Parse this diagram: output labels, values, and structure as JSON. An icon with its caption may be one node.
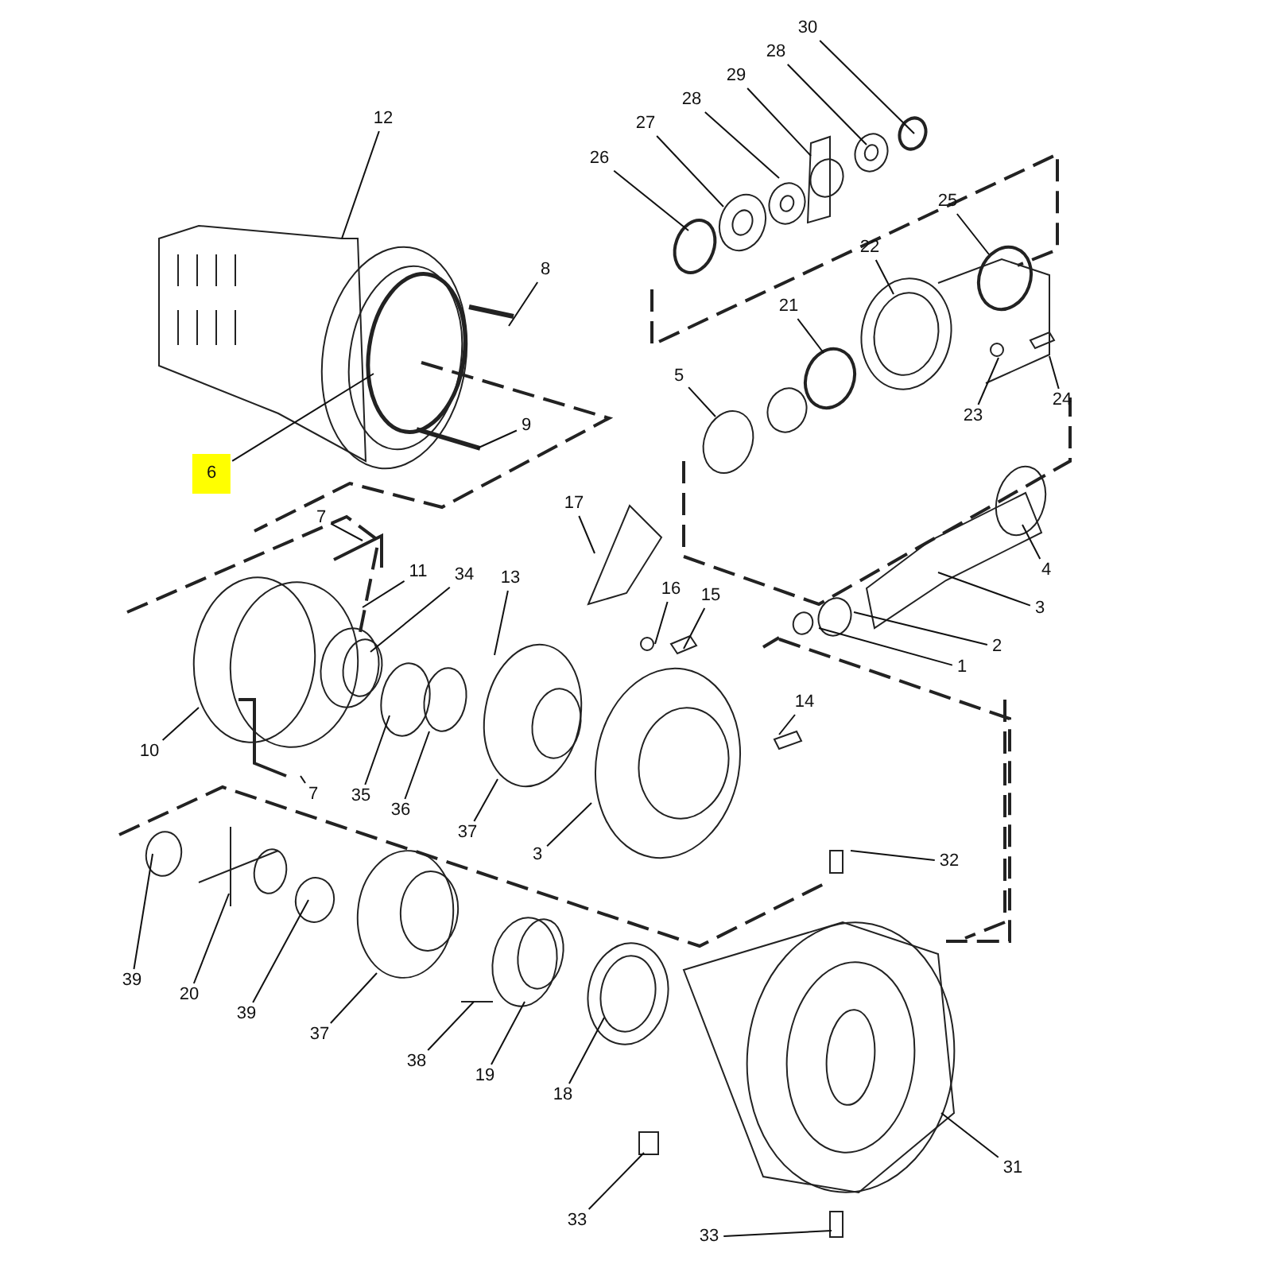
{
  "diagram": {
    "nodes": [
      {
        "text": [
          "30"
        ]
      },
      {
        "text": [
          "28"
        ]
      },
      {
        "text": [
          "29"
        ]
      },
      {
        "text": [
          "28"
        ]
      },
      {
        "text": [
          "12"
        ]
      },
      {
        "text": [
          "27"
        ]
      },
      {
        "text": [
          "26"
        ]
      },
      {
        "text": [
          "25"
        ]
      },
      {
        "text": [
          "22"
        ]
      },
      {
        "text": [
          "8"
        ]
      },
      {
        "text": [
          "21"
        ]
      },
      {
        "text": [
          "5"
        ]
      },
      {
        "text": [
          "24"
        ]
      },
      {
        "text": [
          "23"
        ]
      },
      {
        "text": [
          "9"
        ]
      },
      {
        "text": [
          "6"
        ]
      },
      {
        "text": [
          "17"
        ]
      },
      {
        "text": [
          "7"
        ]
      },
      {
        "text": [
          "4"
        ]
      },
      {
        "text": [
          "11"
        ]
      },
      {
        "text": [
          "34"
        ]
      },
      {
        "text": [
          "13"
        ]
      },
      {
        "text": [
          "16"
        ]
      },
      {
        "text": [
          "15"
        ]
      },
      {
        "text": [
          "3"
        ]
      },
      {
        "text": [
          "2"
        ]
      },
      {
        "text": [
          "1"
        ]
      },
      {
        "text": [
          "14"
        ]
      },
      {
        "text": [
          "10"
        ]
      },
      {
        "text": [
          "7"
        ]
      },
      {
        "text": [
          "35"
        ]
      },
      {
        "text": [
          "36"
        ]
      },
      {
        "text": [
          "37"
        ]
      },
      {
        "text": [
          "3"
        ]
      },
      {
        "text": [
          "32"
        ]
      },
      {
        "text": [
          "39"
        ]
      },
      {
        "text": [
          "20"
        ]
      },
      {
        "text": [
          "39"
        ]
      },
      {
        "text": [
          "37"
        ]
      },
      {
        "text": [
          "38"
        ]
      },
      {
        "text": [
          "19"
        ]
      },
      {
        "text": [
          "18"
        ]
      },
      {
        "text": [
          "31"
        ]
      },
      {
        "text": [
          "33"
        ]
      },
      {
        "text": [
          "33"
        ]
      }
    ],
    "edges": [
      {
        "from": 0,
        "to": null,
        "arrow": "none"
      },
      {
        "from": 1,
        "to": null,
        "arrow": "none"
      },
      {
        "from": 2,
        "to": null,
        "arrow": "none"
      },
      {
        "from": 3,
        "to": null,
        "arrow": "none"
      },
      {
        "from": 4,
        "to": null,
        "arrow": "none"
      },
      {
        "from": 5,
        "to": null,
        "arrow": "none"
      },
      {
        "from": 6,
        "to": null,
        "arrow": "none"
      },
      {
        "from": 7,
        "to": null,
        "arrow": "none"
      },
      {
        "from": 8,
        "to": null,
        "arrow": "none"
      },
      {
        "from": 9,
        "to": null,
        "arrow": "none"
      },
      {
        "from": 10,
        "to": null,
        "arrow": "none"
      },
      {
        "from": 11,
        "to": null,
        "arrow": "none"
      },
      {
        "from": 12,
        "to": null,
        "arrow": "none"
      },
      {
        "from": 13,
        "to": null,
        "arrow": "none"
      },
      {
        "from": 14,
        "to": null,
        "arrow": "none"
      },
      {
        "from": 15,
        "to": null,
        "arrow": "none"
      },
      {
        "from": 16,
        "to": null,
        "arrow": "none"
      },
      {
        "from": 17,
        "to": null,
        "arrow": "none"
      },
      {
        "from": 18,
        "to": null,
        "arrow": "none"
      },
      {
        "from": 19,
        "to": null,
        "arrow": "none"
      },
      {
        "from": 20,
        "to": null,
        "arrow": "none"
      },
      {
        "from": 21,
        "to": null,
        "arrow": "none"
      },
      {
        "from": 22,
        "to": null,
        "arrow": "none"
      },
      {
        "from": 23,
        "to": null,
        "arrow": "none"
      },
      {
        "from": 24,
        "to": null,
        "arrow": "none"
      },
      {
        "from": 25,
        "to": null,
        "arrow": "none"
      },
      {
        "from": 26,
        "to": null,
        "arrow": "none"
      },
      {
        "from": 27,
        "to": null,
        "arrow": "none"
      },
      {
        "from": 28,
        "to": null,
        "arrow": "none"
      },
      {
        "from": 29,
        "to": null,
        "arrow": "none"
      },
      {
        "from": 30,
        "to": null,
        "arrow": "none"
      },
      {
        "from": 31,
        "to": null,
        "arrow": "none"
      },
      {
        "from": 32,
        "to": null,
        "arrow": "none"
      },
      {
        "from": 33,
        "to": null,
        "arrow": "none"
      },
      {
        "from": 34,
        "to": null,
        "arrow": "none"
      },
      {
        "from": 35,
        "to": null,
        "arrow": "none"
      },
      {
        "from": 36,
        "to": null,
        "arrow": "none"
      },
      {
        "from": 37,
        "to": null,
        "arrow": "none"
      },
      {
        "from": 38,
        "to": null,
        "arrow": "none"
      },
      {
        "from": 39,
        "to": null,
        "arrow": "none"
      },
      {
        "from": 40,
        "to": null,
        "arrow": "none"
      },
      {
        "from": 41,
        "to": null,
        "arrow": "none"
      },
      {
        "from": 42,
        "to": null,
        "arrow": "none"
      },
      {
        "from": 43,
        "to": null,
        "arrow": "none"
      },
      {
        "from": 44,
        "to": null,
        "arrow": "none"
      }
    ]
  }
}
